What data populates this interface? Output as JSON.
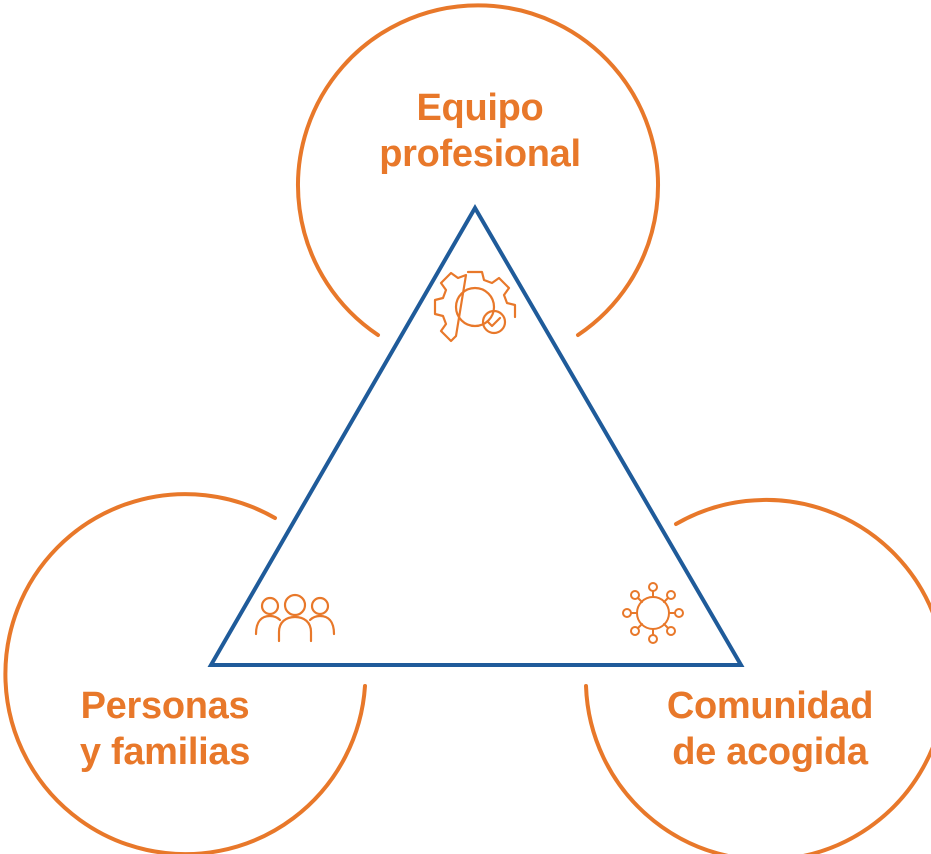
{
  "diagram": {
    "nodes": {
      "top": {
        "line1": "Equipo",
        "line2": "profesional",
        "icon": "gear-check-icon"
      },
      "left": {
        "line1": "Personas",
        "line2": "y familias",
        "icon": "people-group-icon"
      },
      "right": {
        "line1": "Comunidad",
        "line2": "de acogida",
        "icon": "community-network-icon"
      }
    },
    "colors": {
      "orange": "#e8782a",
      "blue": "#1f5b9a"
    }
  }
}
